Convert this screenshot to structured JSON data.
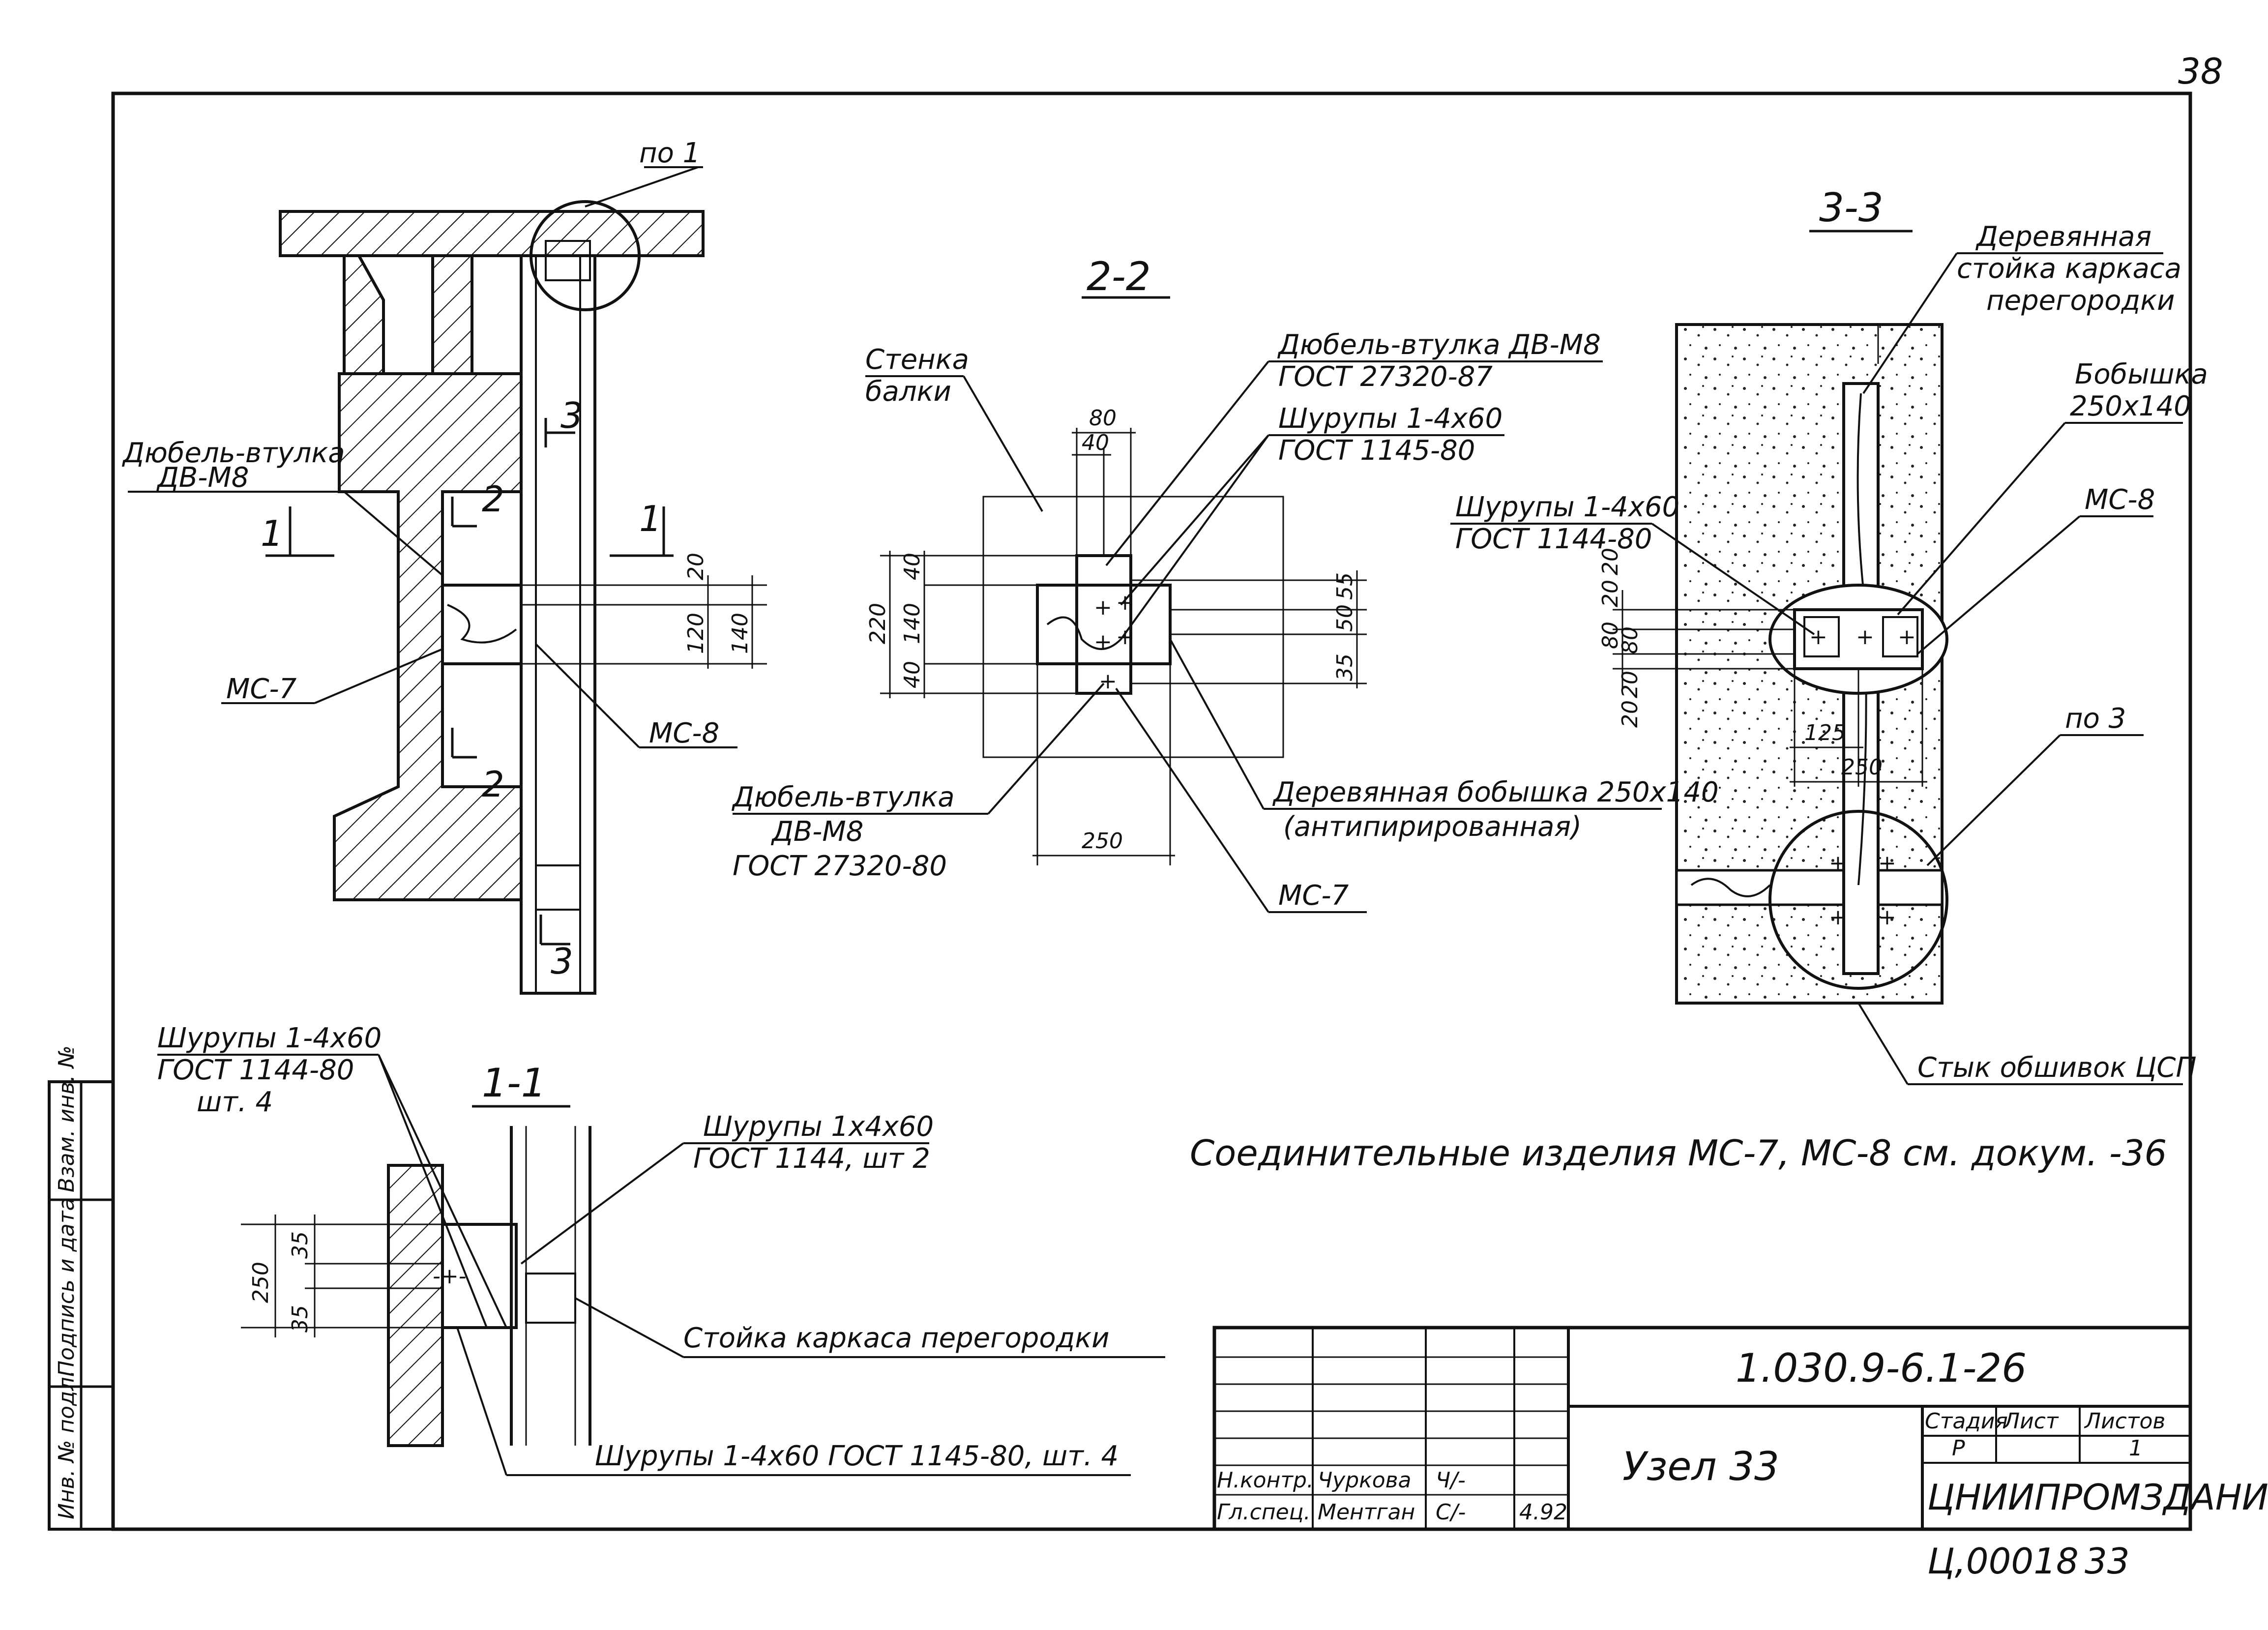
{
  "page_number": "38",
  "sections": {
    "s1": "1-1",
    "s2": "2-2",
    "s3": "3-3"
  },
  "elevation": {
    "callout_top": "по 1",
    "dowel": [
      "Дюбель-втулка",
      "ДВ-М8"
    ],
    "mc7": "МС-7",
    "mc8": "МС-8",
    "cut1": "1",
    "cut2": "2",
    "cut3": "3",
    "dims": [
      "20",
      "120",
      "140"
    ]
  },
  "section_2_2": {
    "wall": [
      "Стенка",
      "балки"
    ],
    "dowel_top": [
      "Дюбель-втулка ДВ-М8",
      "ГОСТ 27320-87"
    ],
    "screws": [
      "Шурупы 1-4х60",
      "ГОСТ 1145-80"
    ],
    "dowel_bottom": [
      "Дюбель-втулка",
      "ДВ-М8",
      "ГОСТ 27320-80"
    ],
    "boss": [
      "Деревянная бобышка 250х140",
      "(антипирированная)"
    ],
    "mc7": "МС-7",
    "dims_top": [
      "80",
      "40"
    ],
    "dims_left": [
      "220",
      "40",
      "140",
      "40"
    ],
    "dims_right": [
      "55",
      "50",
      "35"
    ],
    "dim_bottom": "250"
  },
  "section_3_3": {
    "post": [
      "Деревянная",
      "стойка каркаса",
      "перегородки"
    ],
    "boss": [
      "Бобышка",
      "250х140"
    ],
    "mc8": "МС-8",
    "screws": [
      "Шурупы 1-4х60",
      "ГОСТ 1144-80"
    ],
    "dims_left": [
      "20",
      "80",
      "20",
      "20",
      "80",
      "20"
    ],
    "dims_bottom": [
      "125",
      "250"
    ],
    "callout": "по 3",
    "joint": "Стык обшивок ЦСП"
  },
  "section_1_1": {
    "screws_left": [
      "Шурупы 1-4х60",
      "ГОСТ 1144-80",
      "шт. 4"
    ],
    "screws_right": [
      "Шурупы 1х4х60",
      "ГОСТ 1144, шт 2"
    ],
    "post": "Стойка каркаса перегородки",
    "screws_bottom": "Шурупы 1-4х60 ГОСТ 1145-80, шт. 4",
    "dims": [
      "250",
      "35",
      "35"
    ]
  },
  "note": "Соединительные изделия МС-7, МС-8 см. докум. -36",
  "side_stamp": [
    "Инв. № подл.",
    "Подпись и дата",
    "Взам. инв. №"
  ],
  "title_block": {
    "doc_number": "1.030.9-6.1-26",
    "title": "Узел 33",
    "stage_label": "Стадия",
    "sheet_label": "Лист",
    "sheets_label": "Листов",
    "stage": "Р",
    "sheets": "1",
    "org": "ЦНИИПРОМЗДАНИЙ",
    "rows": [
      {
        "role": "Н.контр.",
        "name": "Чуркова",
        "sign": "Ч/-"
      },
      {
        "role": "Гл.спец.",
        "name": "Ментган",
        "sign": "С/-",
        "date": "4.92"
      }
    ]
  },
  "footer": {
    "code": "Ц,00018",
    "num": "33"
  }
}
